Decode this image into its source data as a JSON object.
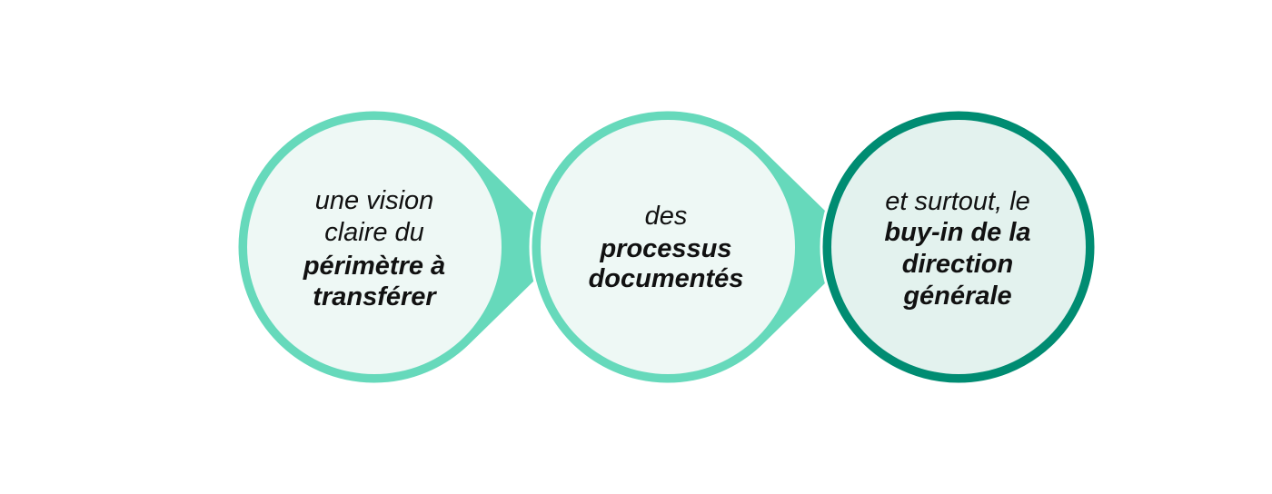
{
  "colors": {
    "light_teal": "#66d9bb",
    "dark_teal": "#008c72",
    "light_fill": "#eef8f5",
    "dark_fill": "#e3f2ee",
    "text": "#111111"
  },
  "steps": [
    {
      "lines": [
        {
          "text": "une vision",
          "bold": false
        },
        {
          "text": "claire du",
          "bold": false
        },
        {
          "text": "périmètre à",
          "bold": true
        },
        {
          "text": "transférer",
          "bold": true
        }
      ]
    },
    {
      "lines": [
        {
          "text": "des",
          "bold": false
        },
        {
          "text": "processus",
          "bold": true
        },
        {
          "text": "documentés",
          "bold": true
        }
      ]
    },
    {
      "lines": [
        {
          "text": "et surtout, le",
          "bold": false
        },
        {
          "text": "buy-in de la",
          "bold": true
        },
        {
          "text": "direction",
          "bold": true
        },
        {
          "text": "générale",
          "bold": true
        }
      ]
    }
  ]
}
